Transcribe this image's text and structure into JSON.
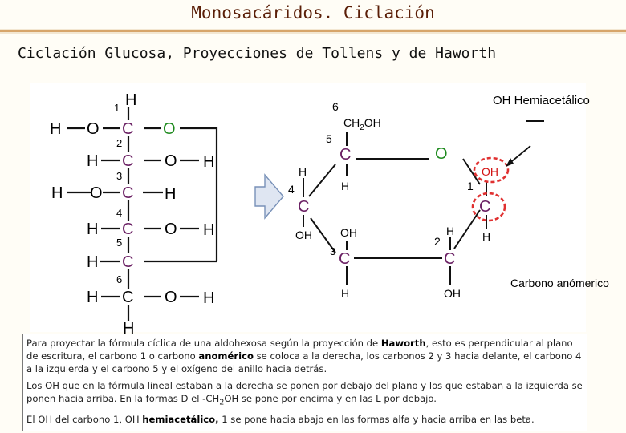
{
  "header": {
    "title": "Monosacáridos. Ciclación"
  },
  "subtitle": "Ciclación Glucosa, Proyecciones de Tollens y de Haworth",
  "tollens": {
    "n1": "1",
    "n2": "2",
    "n3": "3",
    "n4": "4",
    "n5": "5",
    "n6": "6",
    "H": "H",
    "O": "O",
    "C": "C"
  },
  "haworth": {
    "n6": "6",
    "n5": "5",
    "n4": "4",
    "n3": "3",
    "n2": "2",
    "n1": "1",
    "ch2oh_main": "CH",
    "ch2oh_sub": "2",
    "ch2oh_end": "OH",
    "C": "C",
    "O": "O",
    "H": "H",
    "OH": "OH",
    "label_hemiacetal": "OH Hemiacetálico",
    "label_anomeric": "Carbono anómerico"
  },
  "description": {
    "p1_a": "Para proyectar la fórmula cíclica de una aldohexosa según la proyección de ",
    "p1_b": "Haworth",
    "p1_c": ", esto es perpendicular al plano de escritura,  el carbono 1 o carbono ",
    "p1_d": "anomérico",
    "p1_e": " se coloca a la derecha, los carbonos 2 y 3 hacia delante, el carbono 4 a la izquierda y el carbono 5 y el oxígeno del anillo hacia detrás.",
    "p2_a": "Los OH que en la fórmula lineal estaban a la derecha se ponen por debajo del plano y los que estaban a la izquierda se ponen hacia arriba. En la formas D el -CH",
    "p2_sub": "2",
    "p2_b": "OH se pone por encima y en las L por debajo.",
    "p3_a": "El OH del carbono 1, OH ",
    "p3_b": "hemiacetálico,",
    "p3_c": " 1 se pone hacia abajo en las formas alfa y hacia arriba en las beta."
  },
  "colors": {
    "carbon": "#6a1f63",
    "oxygen": "#1d8a1d",
    "hemiacetal_oh": "#d21010",
    "highlight_circle": "#e03030",
    "arrow_fill": "#dfe6f2",
    "arrow_stroke": "#7891b8",
    "title": "#5a1e07"
  }
}
